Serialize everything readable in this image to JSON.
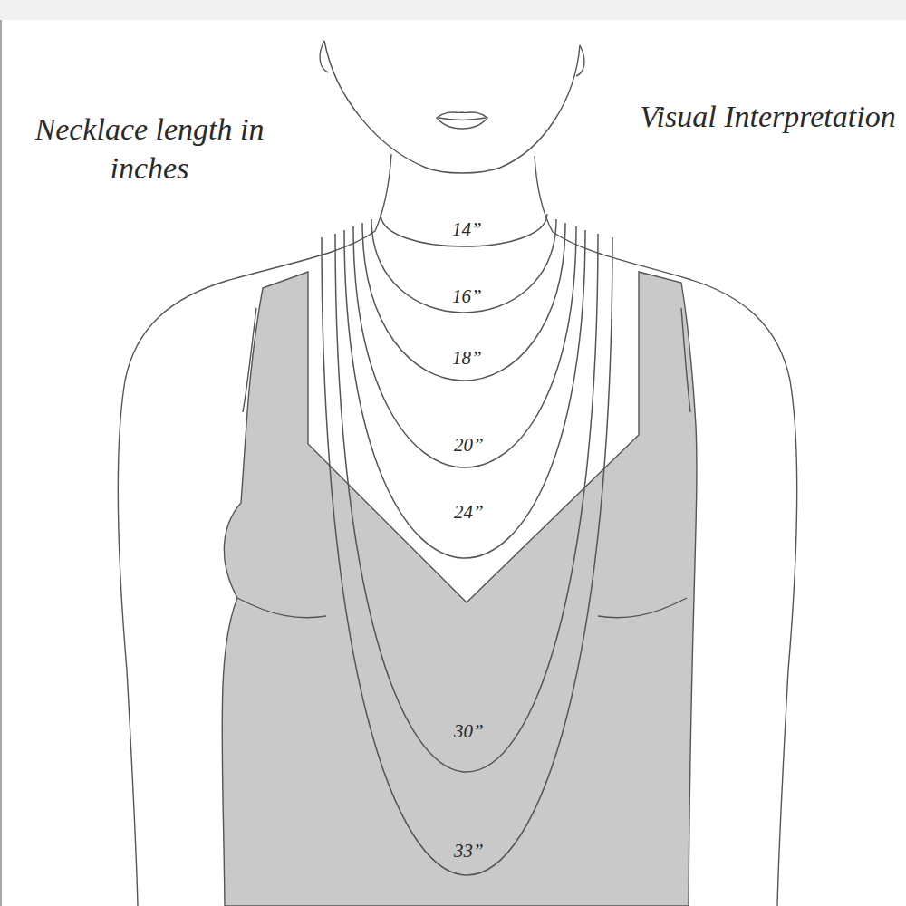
{
  "diagram": {
    "labels": [
      "Necklace length in inches",
      "Visual Interpretation",
      "14”",
      "16”",
      "18”",
      "20”",
      "24”",
      "30”",
      "33”"
    ]
  }
}
